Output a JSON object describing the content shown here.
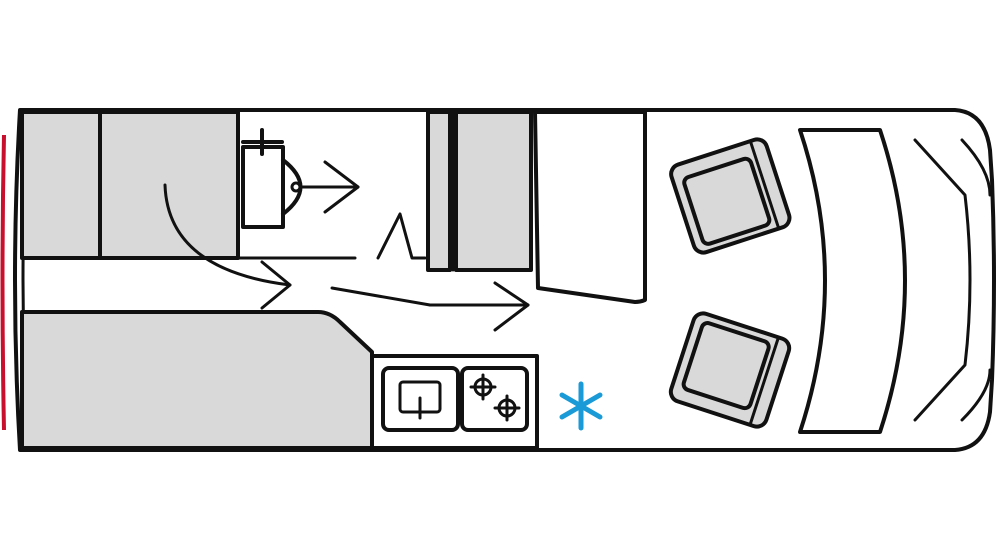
{
  "diagram": {
    "type": "motorhome-floor-plan",
    "colors": {
      "outline": "#111111",
      "furniture_fill": "#d9d9d9",
      "background": "#ffffff",
      "rear_accent": "#c8102e",
      "snowflake": "#1a9ad6"
    },
    "elements": [
      "rear-bed-left",
      "rear-bed-right",
      "rear-lounge-bench",
      "toilet",
      "kitchen-sink",
      "kitchen-hob",
      "fridge-snowflake-icon",
      "dinette-bench",
      "dinette-table",
      "driver-seat",
      "passenger-seat",
      "dashboard"
    ],
    "icons": [
      "snowflake-icon",
      "sink-icon",
      "burner-icon",
      "arrow-icon"
    ]
  }
}
